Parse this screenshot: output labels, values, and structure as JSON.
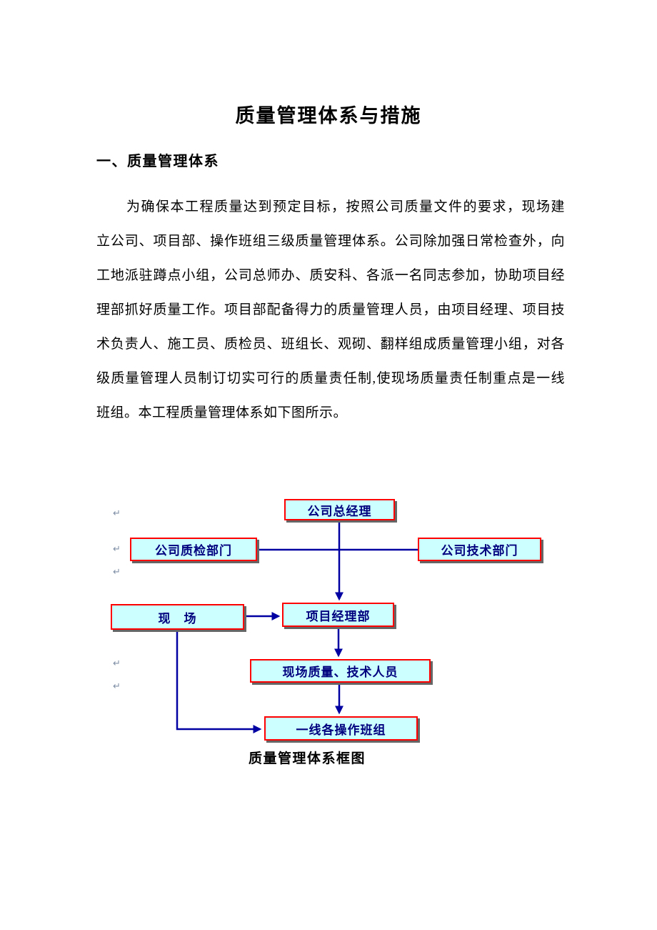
{
  "document": {
    "title": "质量管理体系与措施",
    "section_heading": "一、质量管理体系",
    "paragraph_lines": [
      "为确保本工程质量达到预定目标，按照公司质量文件的要求，现场建",
      "立公司、项目部、操作班组三级质量管理体系。公司除加强日常检查外，向",
      "工地派驻蹲点小组，公司总师办、质安科、各派一名同志参加，协助项目经",
      "理部抓好质量工作。项目部配备得力的质量管理人员，由项目经理、项目技",
      "术负责人、施工员、质检员、班组长、观砌、翻样组成质量管理小组，对各",
      "级质量管理人员制订切实可行的质量责任制,使现场质量责任制重点是一线",
      "班组。本工程质量管理体系如下图所示。"
    ]
  },
  "diagram": {
    "caption": "质量管理体系框图",
    "nodes": {
      "general_manager": "公司总经理",
      "quality_dept": "公司质检部门",
      "tech_dept": "公司技术部门",
      "site": "现　场",
      "project_dept": "项目经理部",
      "site_personnel": "现场质量、技术人员",
      "operation_teams": "一线各操作班组"
    },
    "colors": {
      "box_fill": "#ccffff",
      "box_border": "#ff0000",
      "box_shadow": "#666666",
      "arrow": "#0000a2",
      "node_text": "#00007f"
    },
    "line_break_mark": "↵"
  }
}
